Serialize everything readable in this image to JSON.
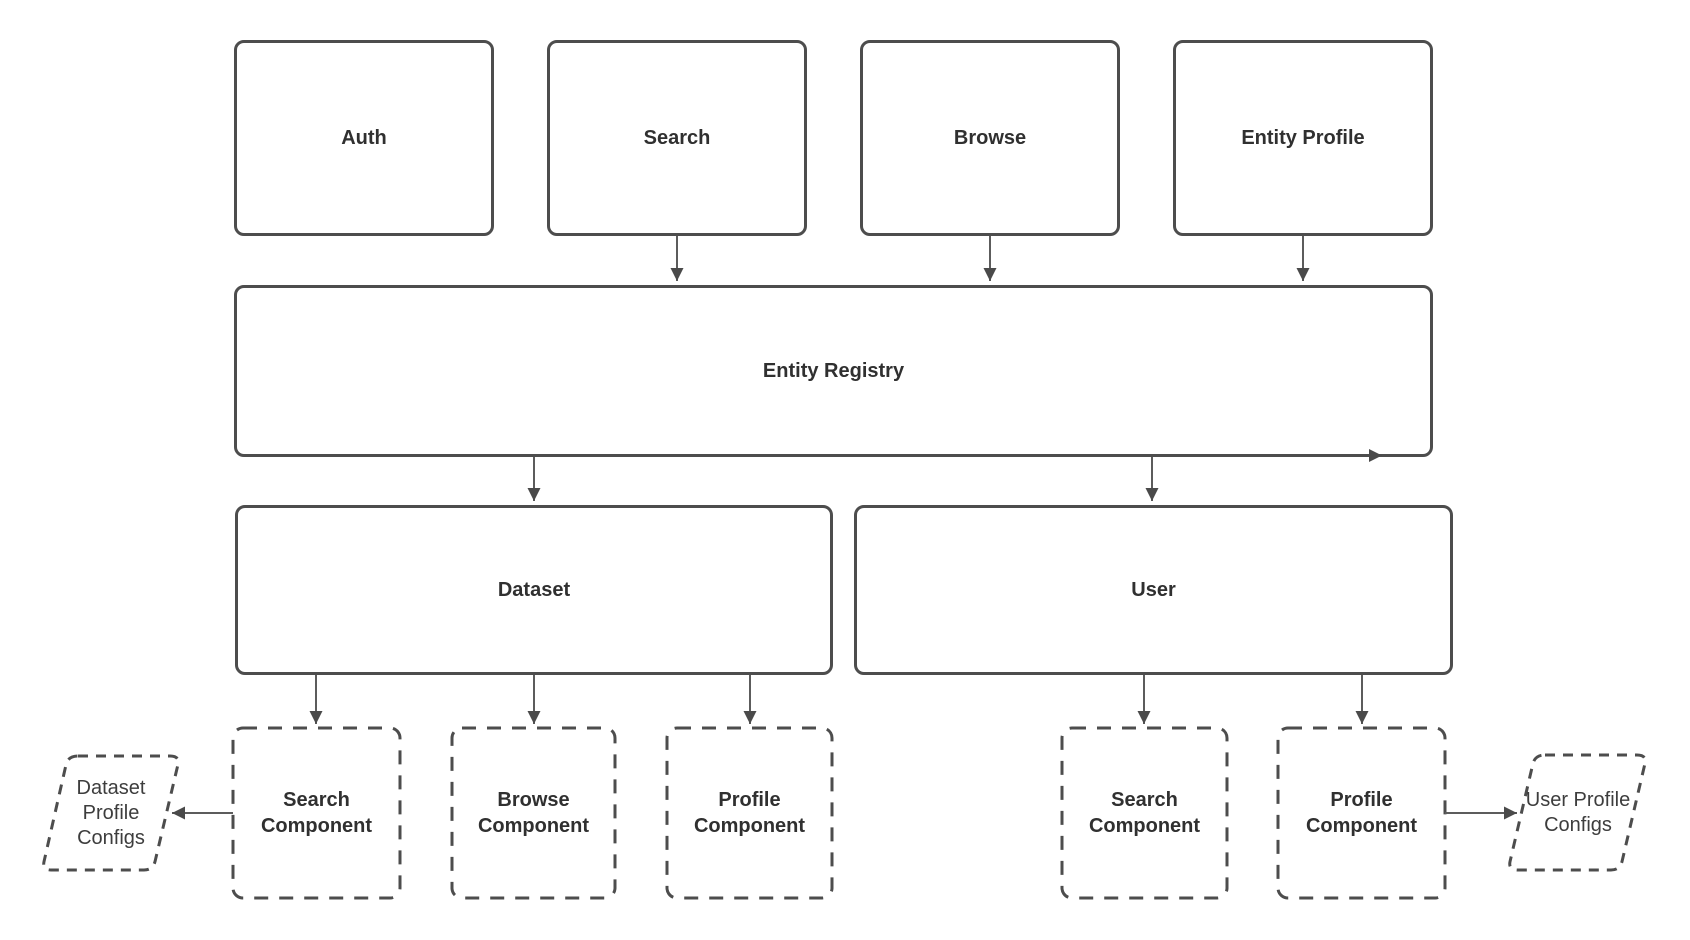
{
  "nodes": {
    "auth": "Auth",
    "search": "Search",
    "browse": "Browse",
    "entity_profile": "Entity Profile",
    "entity_registry": "Entity Registry",
    "dataset": "Dataset",
    "user": "User",
    "dataset_search_component": "Search Component",
    "dataset_browse_component": "Browse Component",
    "dataset_profile_component": "Profile Component",
    "user_search_component": "Search Component",
    "user_profile_component": "Profile Component",
    "dataset_profile_configs": "Dataset Profile Configs",
    "user_profile_configs": "User Profile Configs"
  },
  "edges": [
    {
      "from": "search",
      "to": "entity_registry"
    },
    {
      "from": "browse",
      "to": "entity_registry"
    },
    {
      "from": "entity_profile",
      "to": "entity_registry"
    },
    {
      "from": "entity_registry",
      "to": "dataset"
    },
    {
      "from": "entity_registry",
      "to": "user"
    },
    {
      "from": "entity_registry",
      "to": "right",
      "note": "arrowhead pointing right along bottom edge of Entity Registry"
    },
    {
      "from": "dataset",
      "to": "dataset_search_component"
    },
    {
      "from": "dataset",
      "to": "dataset_browse_component"
    },
    {
      "from": "dataset",
      "to": "dataset_profile_component"
    },
    {
      "from": "user",
      "to": "user_search_component"
    },
    {
      "from": "user",
      "to": "user_profile_component"
    },
    {
      "from": "dataset_search_component",
      "to": "dataset_profile_configs"
    },
    {
      "from": "user_profile_component",
      "to": "user_profile_configs"
    }
  ],
  "colors": {
    "background": "#ffffff",
    "box_border": "#4d4d4d",
    "label_text": "#303030",
    "config_text": "#3d3d3d",
    "arrow": "#5c5c5c"
  }
}
